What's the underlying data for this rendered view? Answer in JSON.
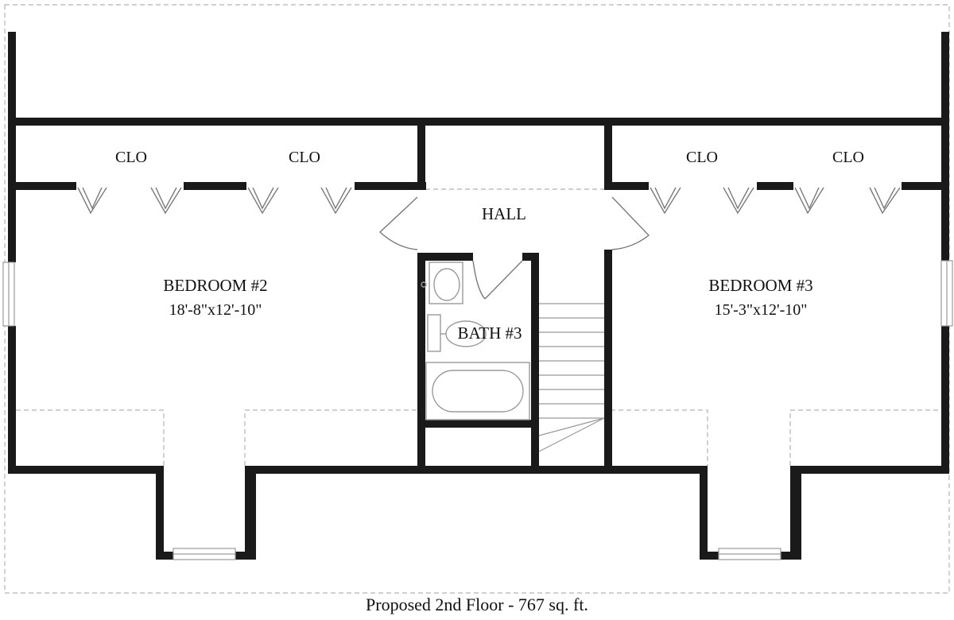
{
  "plan": {
    "rooms": {
      "clo_1": "CLO",
      "clo_2": "CLO",
      "clo_3": "CLO",
      "clo_4": "CLO",
      "hall": "HALL",
      "bedroom2_name": "BEDROOM #2",
      "bedroom2_dims": "18'-8\"x12'-10\"",
      "bath3_name": "BATH #3",
      "bedroom3_name": "BEDROOM #3",
      "bedroom3_dims": "15'-3\"x12'-10\""
    },
    "caption": "Proposed 2nd Floor - 767 sq. ft."
  },
  "colors": {
    "wall": "#1a1a1a",
    "dashed": "#b5b5b5",
    "fixture": "#9a9a9a",
    "text": "#111111"
  }
}
